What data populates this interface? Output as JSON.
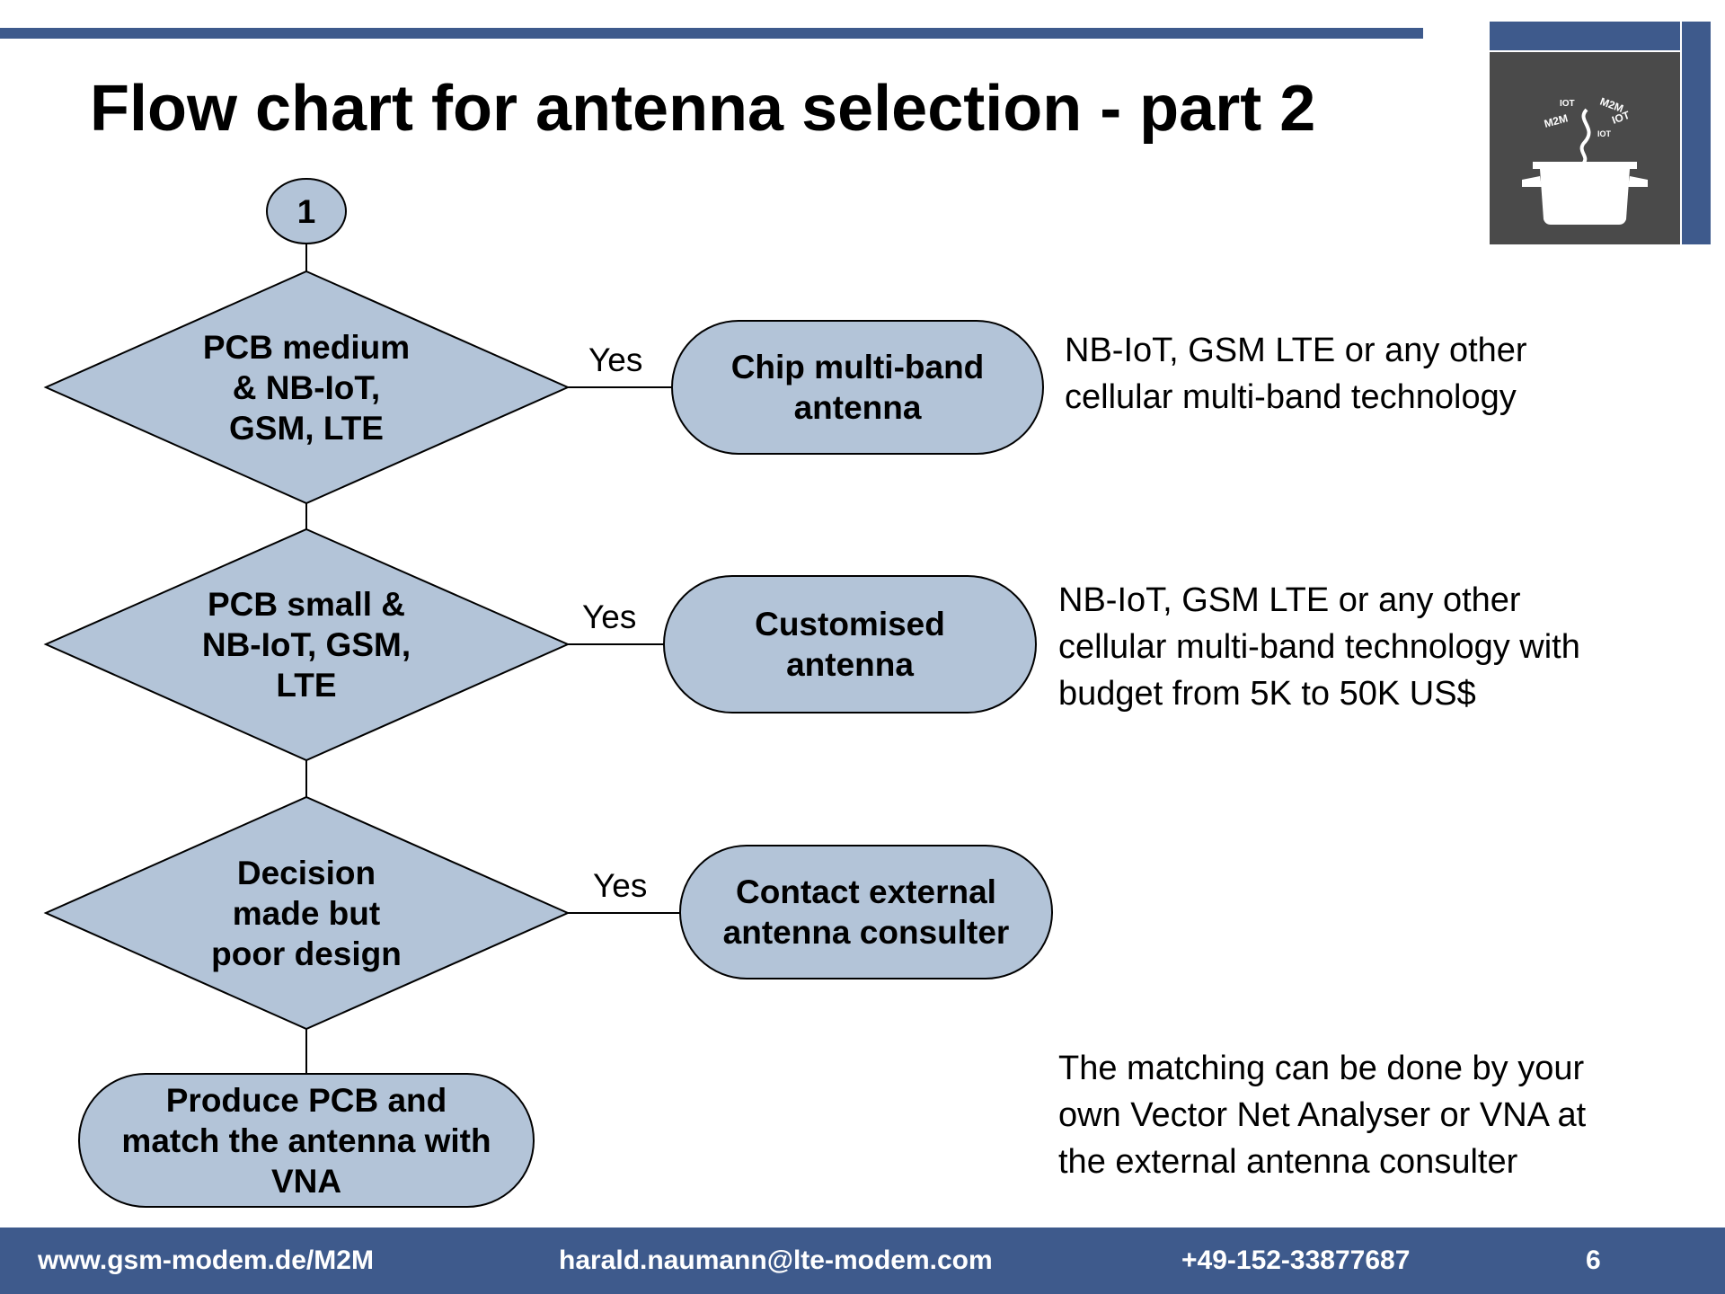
{
  "slide": {
    "title": "Flow chart for antenna selection - part 2"
  },
  "colors": {
    "accent_bar": "#3e5a8c",
    "node_fill": "#b3c4d8",
    "node_stroke": "#000000",
    "logo_bg": "#4a4a4a"
  },
  "logo": {
    "labels": [
      "IOT",
      "M2M",
      "M2M",
      "IOT",
      "IOT"
    ],
    "icon": "steaming-pot-icon"
  },
  "flowchart": {
    "connector": "1",
    "decisions": [
      {
        "label": "PCB medium\n& NB-IoT,\nGSM, LTE",
        "branch_label": "Yes",
        "result": "Chip multi-band\nantenna"
      },
      {
        "label": "PCB small &\nNB-IoT, GSM,\nLTE",
        "branch_label": "Yes",
        "result": "Customised\nantenna"
      },
      {
        "label": "Decision\nmade but\npoor design",
        "branch_label": "Yes",
        "result": "Contact external\nantenna consulter"
      }
    ],
    "final_step": "Produce PCB and\nmatch the antenna with\nVNA"
  },
  "notes": [
    "NB-IoT, GSM LTE or any other\ncellular multi-band technology",
    "NB-IoT, GSM LTE or any other\ncellular multi-band technology with\nbudget from 5K to 50K US$",
    "The matching can be done by your\nown Vector Net Analyser or VNA at\nthe external antenna consulter"
  ],
  "footer": {
    "website": "www.gsm-modem.de/M2M",
    "email": "harald.naumann@lte-modem.com",
    "phone": "+49-152-33877687",
    "page_number": "6"
  }
}
